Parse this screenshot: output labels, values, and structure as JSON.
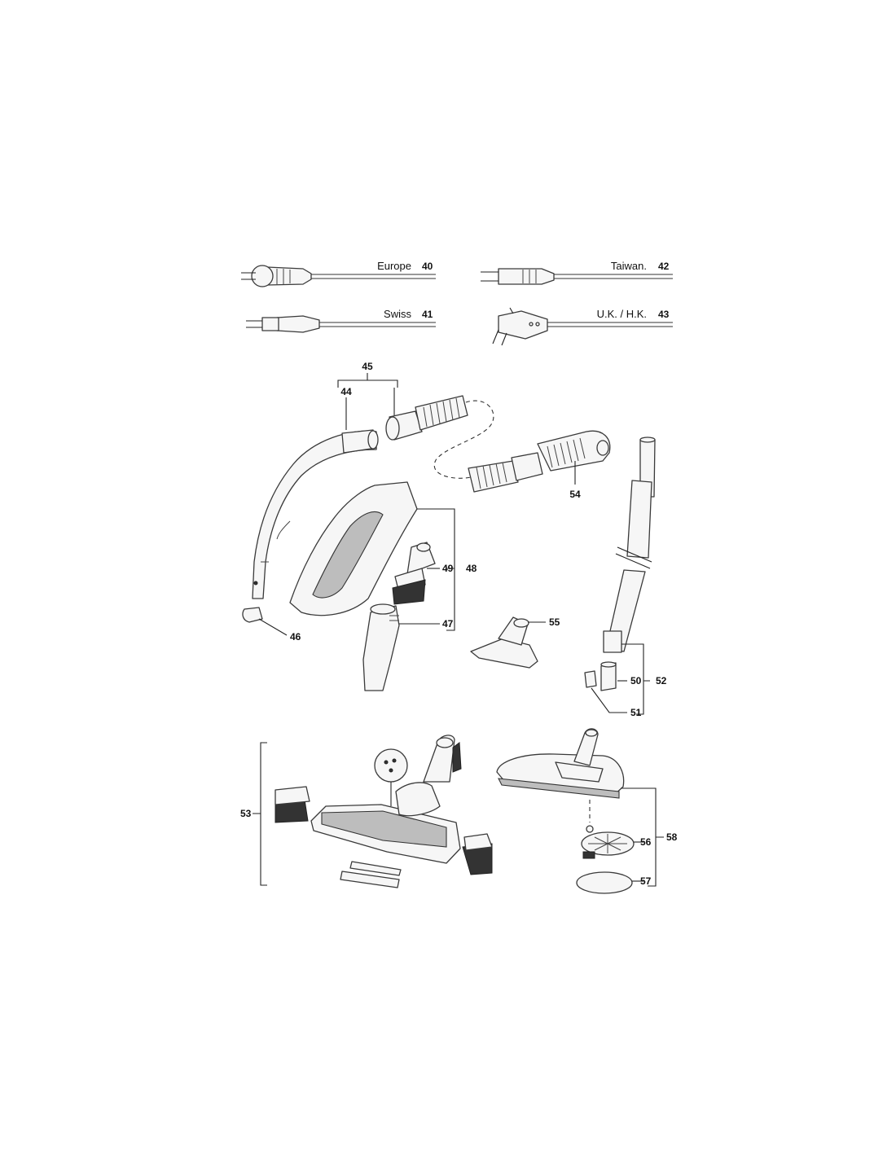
{
  "cords": [
    {
      "region": "Europe",
      "number": "40"
    },
    {
      "region": "Swiss",
      "number": "41"
    },
    {
      "region": "Taiwan.",
      "number": "42"
    },
    {
      "region": "U.K. / H.K.",
      "number": "43"
    }
  ],
  "callouts": {
    "n44": "44",
    "n45": "45",
    "n46": "46",
    "n47": "47",
    "n48": "48",
    "n49": "49",
    "n50": "50",
    "n51": "51",
    "n52": "52",
    "n53": "53",
    "n54": "54",
    "n55": "55",
    "n56": "56",
    "n57": "57",
    "n58": "58"
  }
}
